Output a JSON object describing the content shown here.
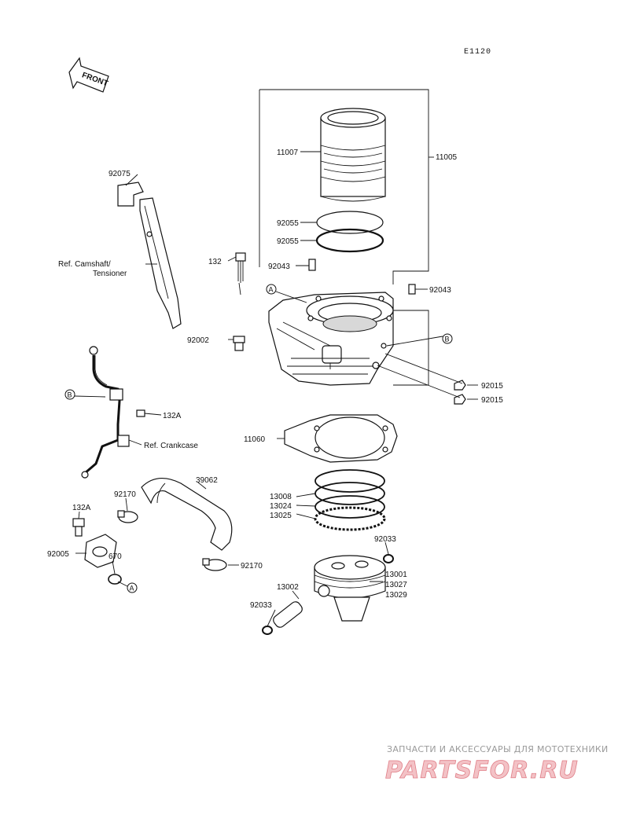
{
  "diagram_code": "E1120",
  "front_label": "FRONT",
  "parts": {
    "p11005": "11005",
    "p11007": "11007",
    "p92075": "92075",
    "p92055a": "92055",
    "p92055b": "92055",
    "p132": "132",
    "p92043a": "92043",
    "p92043b": "92043",
    "p92002": "92002",
    "p92015a": "92015",
    "p92015b": "92015",
    "p132A_a": "132A",
    "p11060": "11060",
    "p13008": "13008",
    "p13024": "13024",
    "p13025": "13025",
    "p39062": "39062",
    "p92170a": "92170",
    "p92170b": "92170",
    "p132A_b": "132A",
    "p92005": "92005",
    "p670": "670",
    "p92033a": "92033",
    "p92033b": "92033",
    "p13001": "13001",
    "p13027": "13027",
    "p13029": "13029",
    "p13002": "13002"
  },
  "refs": {
    "camshaft_line1": "Ref. Camshaft/",
    "camshaft_line2": "Tensioner",
    "crankcase": "Ref. Crankcase"
  },
  "callouts": {
    "a": "A",
    "b": "B"
  },
  "watermark": {
    "tagline": "ЗАПЧАСТИ И АКСЕССУАРЫ ДЛЯ МОТОТЕХНИКИ",
    "brand": "PARTSFOR.RU"
  }
}
